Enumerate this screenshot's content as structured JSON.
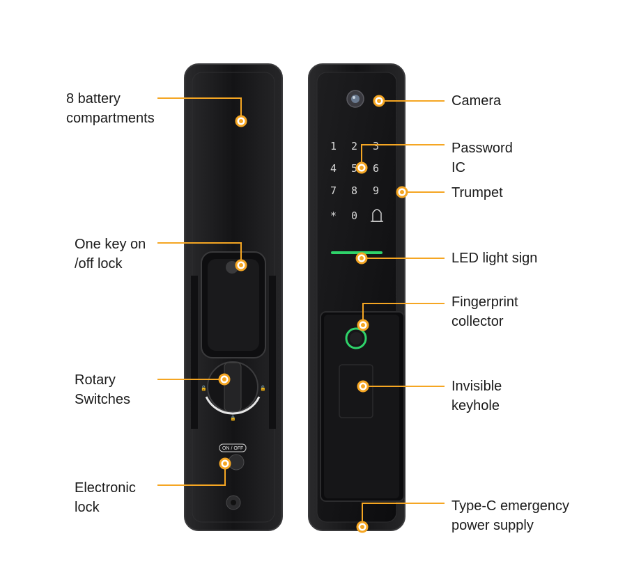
{
  "labels": {
    "battery": "8 battery\ncompartments",
    "onkey": "One key on\n/off lock",
    "rotary": "Rotary\nSwitches",
    "electronic": "Electronic\nlock",
    "camera": "Camera",
    "password": "Password\nIC",
    "trumpet": "Trumpet",
    "led": "LED light sign",
    "fingerprint": "Fingerprint\ncollector",
    "keyhole": "Invisible\nkeyhole",
    "typec": "Type-C emergency\npower supply"
  },
  "keypad": [
    "1",
    "2",
    "3",
    "4",
    "5",
    "6",
    "7",
    "8",
    "9",
    "*",
    "0",
    "bell"
  ],
  "onoff_badge": "ON / OFF",
  "colors": {
    "accent": "#f5a623",
    "body": "#1c1c1e",
    "led": "#2fd36a"
  }
}
